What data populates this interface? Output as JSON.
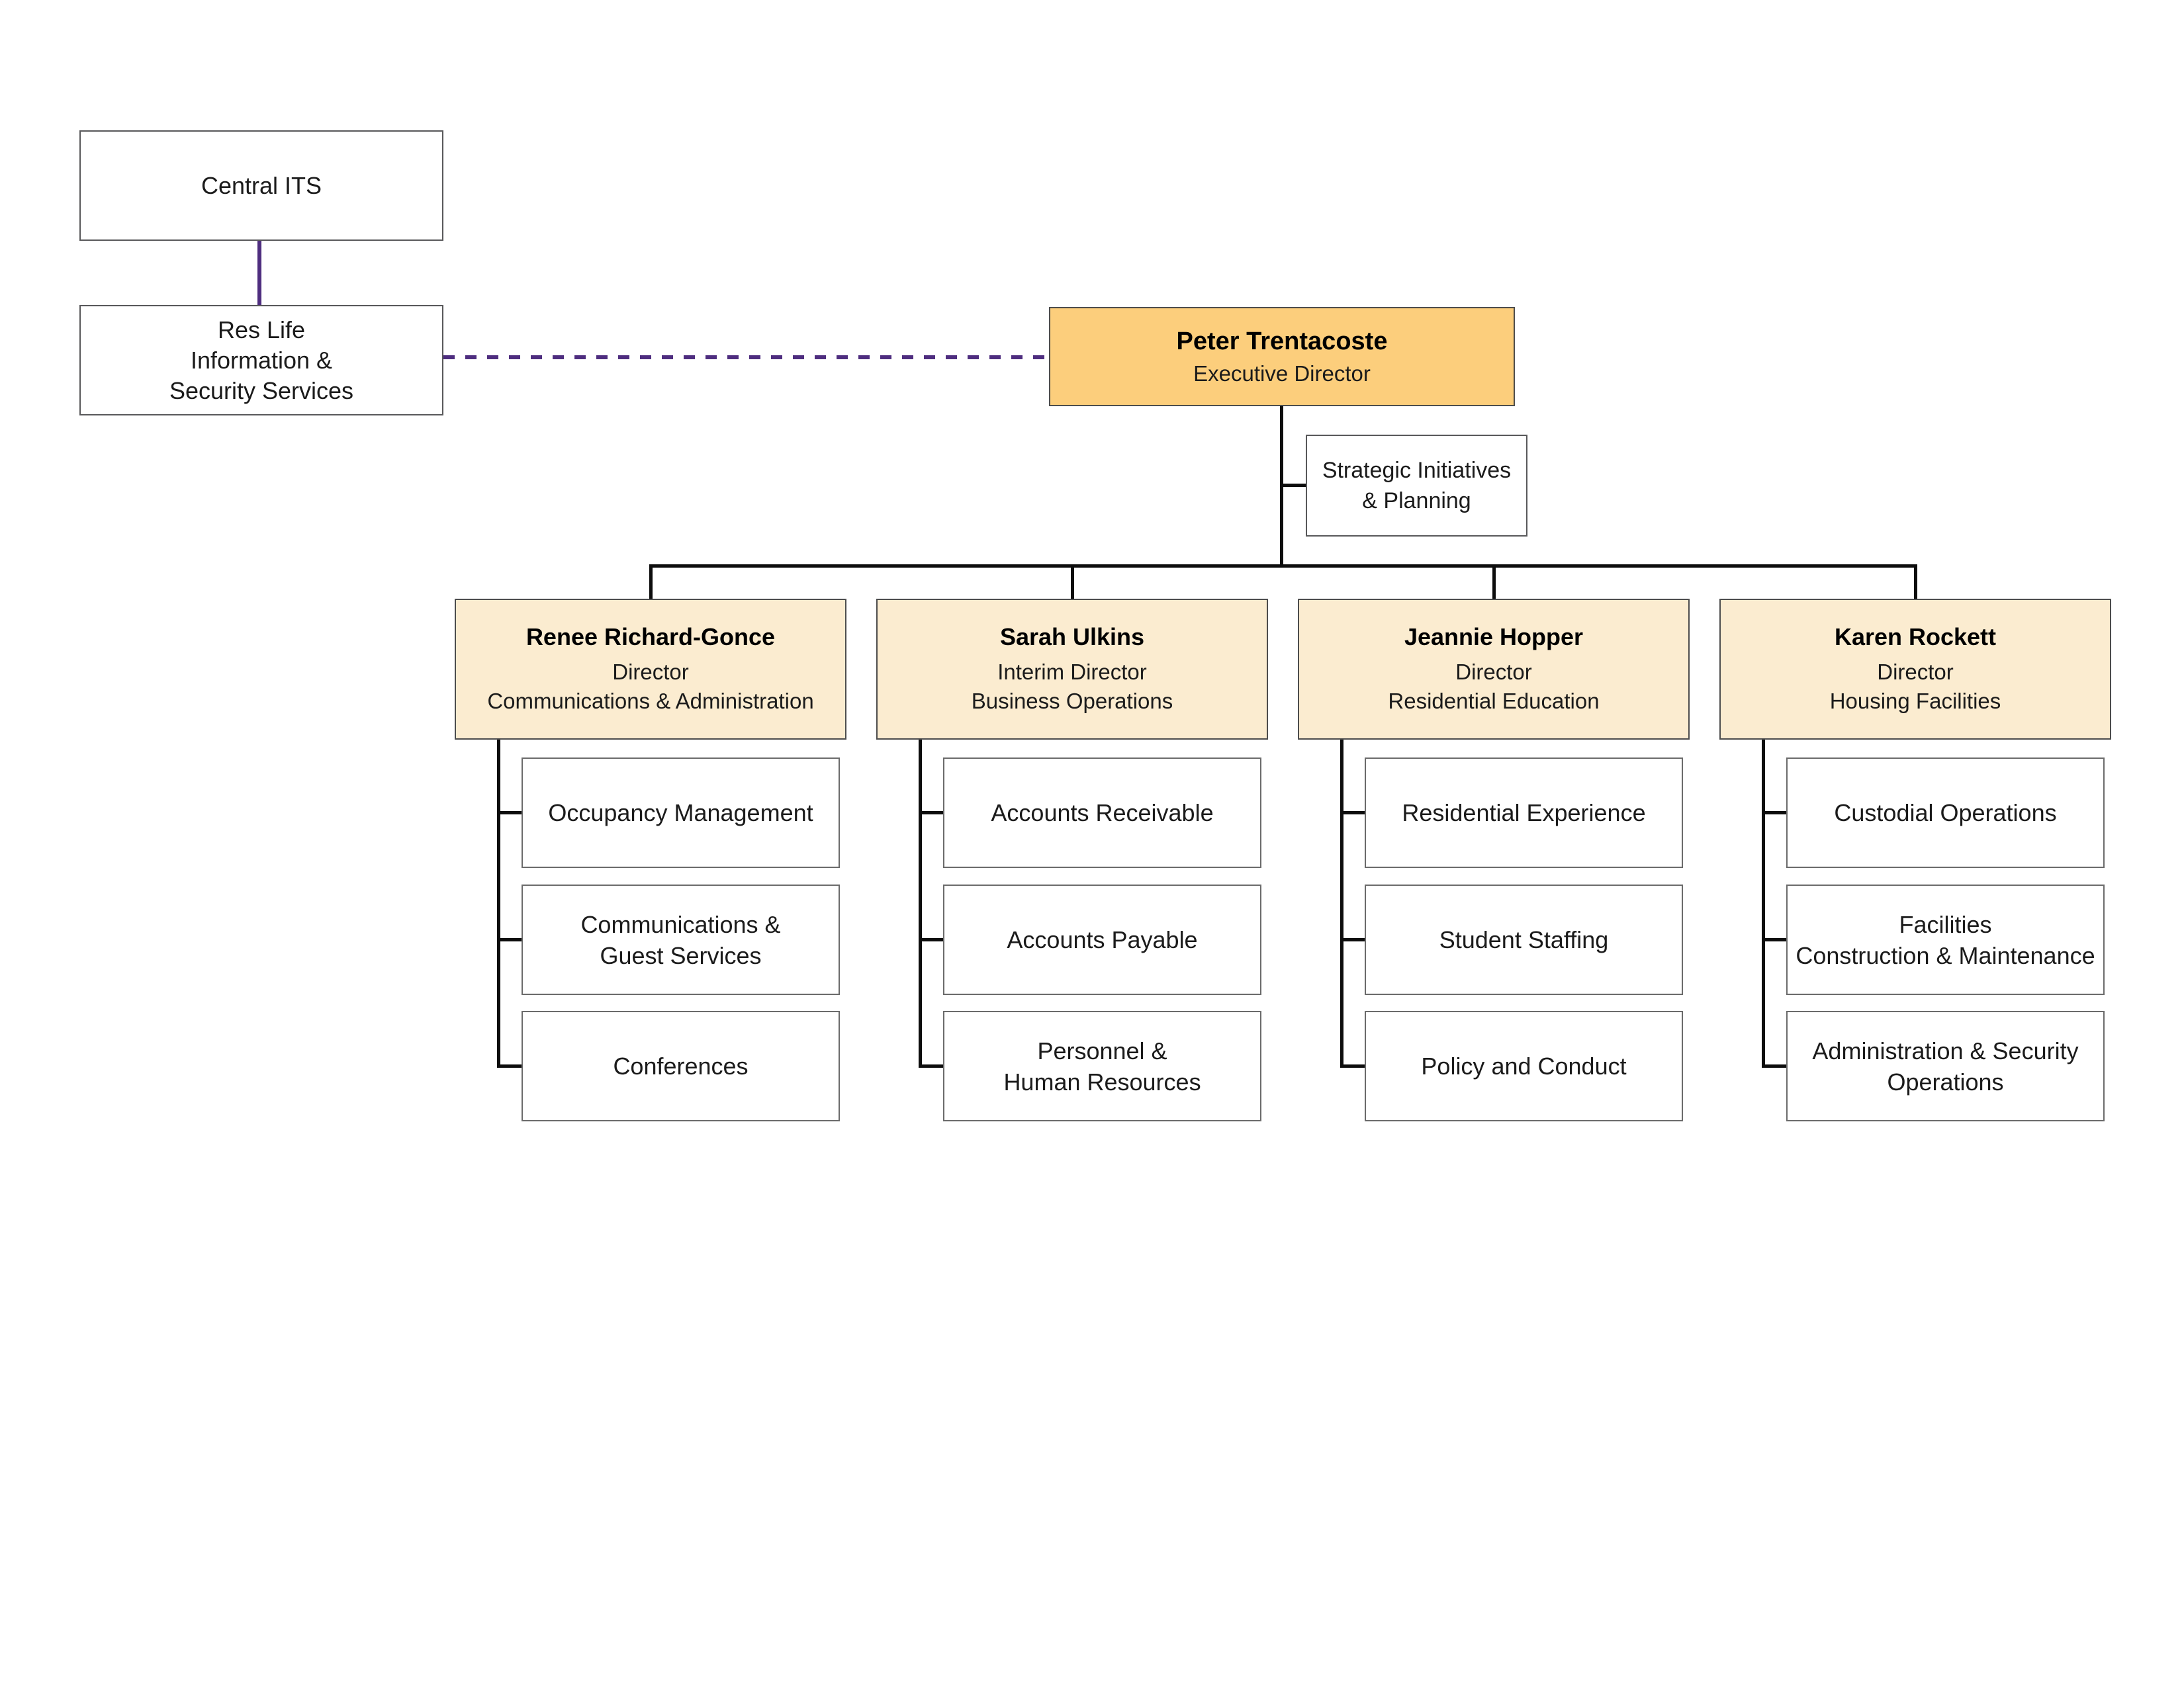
{
  "colors": {
    "purple": "#4e2d7f",
    "exec-fill": "#fcce7c",
    "director-fill": "#fbecd0",
    "line": "#0d0d0d"
  },
  "central_its": {
    "label": "Central ITS"
  },
  "res_life": {
    "lines": [
      "Res Life",
      "Information &",
      "Security Services"
    ]
  },
  "executive": {
    "name": "Peter Trentacoste",
    "title": "Executive Director"
  },
  "strategic": {
    "lines": [
      "Strategic Initiatives",
      "& Planning"
    ]
  },
  "directors": [
    {
      "name": "Renee Richard-Gonce",
      "title": "Director",
      "dept": "Communications & Administration",
      "reports": [
        {
          "lines": [
            "Occupancy Management"
          ]
        },
        {
          "lines": [
            "Communications &",
            "Guest Services"
          ]
        },
        {
          "lines": [
            "Conferences"
          ]
        }
      ]
    },
    {
      "name": "Sarah Ulkins",
      "title": "Interim Director",
      "dept": "Business Operations",
      "reports": [
        {
          "lines": [
            "Accounts Receivable"
          ]
        },
        {
          "lines": [
            "Accounts Payable"
          ]
        },
        {
          "lines": [
            "Personnel &",
            "Human Resources"
          ]
        }
      ]
    },
    {
      "name": "Jeannie Hopper",
      "title": "Director",
      "dept": "Residential Education",
      "reports": [
        {
          "lines": [
            "Residential Experience"
          ]
        },
        {
          "lines": [
            "Student Staffing"
          ]
        },
        {
          "lines": [
            "Policy and Conduct"
          ]
        }
      ]
    },
    {
      "name": "Karen Rockett",
      "title": "Director",
      "dept": "Housing Facilities",
      "reports": [
        {
          "lines": [
            "Custodial Operations"
          ]
        },
        {
          "lines": [
            "Facilities",
            "Construction & Maintenance"
          ]
        },
        {
          "lines": [
            "Administration & Security",
            "Operations"
          ]
        }
      ]
    }
  ]
}
